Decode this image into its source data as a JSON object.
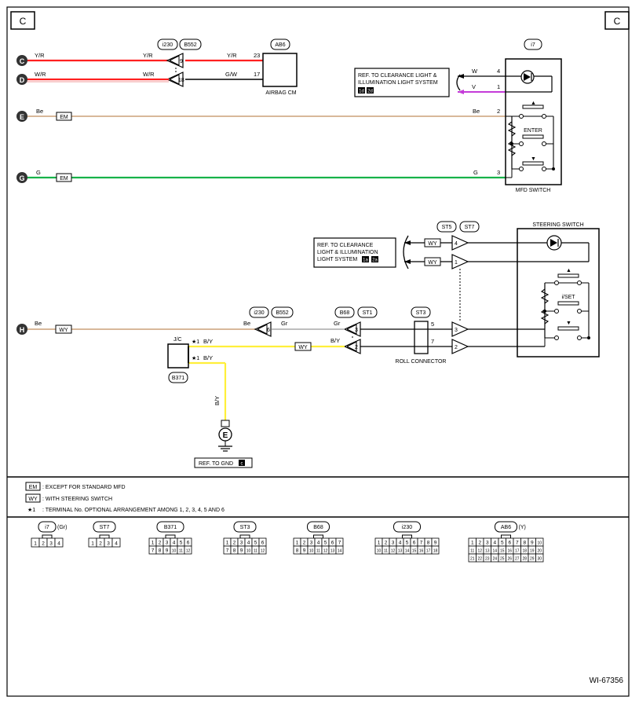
{
  "page": {
    "corner_left": "C",
    "corner_right": "C",
    "figure_id": "WI-67356"
  },
  "colors": {
    "red": "#ff2020",
    "tan": "#d8b89a",
    "green": "#17b24a",
    "yellow": "#ffef3a",
    "violet": "#c43bd8",
    "gray": "#bdbdbd",
    "ink": "#000000"
  },
  "entries": {
    "c": "C",
    "d": "D",
    "e": "E",
    "g": "G",
    "h": "H"
  },
  "connectors": {
    "i230": "i230",
    "b552": "B552",
    "ab6": "AB6",
    "i7": "i7",
    "st5": "ST5",
    "st7": "ST7",
    "b68": "B68",
    "st1": "ST1",
    "st3": "ST3",
    "b371": "B371"
  },
  "wires": {
    "c_left": "Y/R",
    "c_mid": "Y/R",
    "c_right": "Y/R",
    "c_pin": "23",
    "d_left": "W/R",
    "d_mid": "W/R",
    "d_right": "G/W",
    "d_pin": "17",
    "e_left": "Be",
    "e_right": "Be",
    "e_pin": "2",
    "g_left": "G",
    "g_right": "G",
    "g_pin": "3",
    "w_label": "W",
    "w_pin": "4",
    "v_label": "V",
    "v_pin": "1",
    "h_left": "Be",
    "h_be": "Be",
    "h_gr": "Gr",
    "h_gr2": "Gr",
    "h_pin5": "5",
    "by_star1": "★1",
    "by_1": "B/Y",
    "by_2": "B/Y",
    "by_star2": "★1",
    "by_3": "B/Y",
    "by_vert": "B/Y",
    "by_pin7": "7"
  },
  "pins": {
    "p9": "9",
    "p18": "18",
    "p4": "4",
    "p1": "1",
    "p6": "6",
    "p3": "3",
    "p2": "2",
    "p3b": "3",
    "p2b": "2"
  },
  "tags": {
    "em": "EM",
    "wy": "WY",
    "e_ground": "E",
    "ref_icon_1": "1d",
    "ref_icon_2": "2d",
    "ref_icon_3": "1a",
    "ref_icon_4": "2a",
    "ref_icon_c": "c"
  },
  "components": {
    "airbag": "AIRBAG CM",
    "mfd": "MFD SWITCH",
    "enter": "ENTER",
    "steering": "STEERING SWITCH",
    "iset": "i/SET",
    "roll": "ROLL CONNECTOR",
    "jc": "J/C"
  },
  "refs": {
    "illum_1": "REF. TO CLEARANCE LIGHT &",
    "illum_2": "ILLUMINATION LIGHT SYSTEM",
    "steer_1": "REF. TO CLEARANCE",
    "steer_2": "LIGHT & ILLUMINATION",
    "steer_3": "LIGHT SYSTEM",
    "gnd": "REF. TO GND"
  },
  "legend": {
    "em_tag": "EM",
    "em_text": ": EXCEPT FOR STANDARD MFD",
    "wy_tag": "WY",
    "wy_text": ": WITH STEERING SWITCH",
    "star_tag": "★1",
    "star_text": ": TERMINAL No. OPTIONAL ARRANGEMENT AMONG 1, 2, 3, 4, 5 AND 6"
  },
  "connector_faces": [
    {
      "label": "i7",
      "suffix": "(Gr)",
      "rows": [
        [
          "1",
          "2",
          "3",
          "4"
        ]
      ]
    },
    {
      "label": "ST7",
      "suffix": "",
      "rows": [
        [
          "1",
          "2",
          "3",
          "4"
        ]
      ]
    },
    {
      "label": "B371",
      "suffix": "",
      "rows": [
        [
          "1",
          "2",
          "3",
          "4",
          "5",
          "6"
        ],
        [
          "7",
          "8",
          "9",
          "10",
          "11",
          "12"
        ]
      ]
    },
    {
      "label": "ST3",
      "suffix": "",
      "rows": [
        [
          "1",
          "2",
          "3",
          "4",
          "5",
          "6"
        ],
        [
          "7",
          "8",
          "9",
          "10",
          "11",
          "12"
        ]
      ]
    },
    {
      "label": "B68",
      "suffix": "",
      "rows": [
        [
          "1",
          "2",
          "3",
          "4",
          "5",
          "6",
          "7"
        ],
        [
          "8",
          "9",
          "10",
          "11",
          "12",
          "13",
          "14"
        ]
      ]
    },
    {
      "label": "i230",
      "suffix": "",
      "rows": [
        [
          "1",
          "2",
          "3",
          "4",
          "5",
          "6",
          "7",
          "8",
          "9"
        ],
        [
          "10",
          "11",
          "12",
          "13",
          "14",
          "15",
          "16",
          "17",
          "18"
        ]
      ]
    },
    {
      "label": "AB6",
      "suffix": "(Y)",
      "rows": [
        [
          "1",
          "2",
          "3",
          "4",
          "5",
          "6",
          "7",
          "8",
          "9",
          "10"
        ],
        [
          "11",
          "12",
          "13",
          "14",
          "15",
          "16",
          "17",
          "18",
          "19",
          "20"
        ],
        [
          "21",
          "22",
          "23",
          "24",
          "25",
          "26",
          "27",
          "28",
          "29",
          "30"
        ]
      ]
    }
  ]
}
